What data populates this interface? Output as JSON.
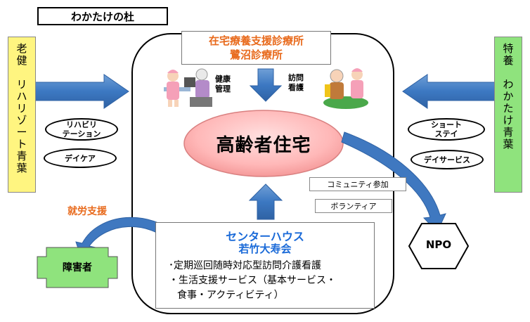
{
  "header": {
    "title": "わかたけの杜"
  },
  "left_facility": {
    "lines": [
      "老",
      "健",
      "",
      "リ",
      "ハ",
      "リ",
      "ゾ",
      "ー",
      "ト",
      "青",
      "葉"
    ],
    "color": "#fff580"
  },
  "right_facility": {
    "lines": [
      "特",
      "養",
      "",
      "わ",
      "か",
      "た",
      "け",
      "青",
      "葉"
    ],
    "color": "#8fe37d"
  },
  "clinic": {
    "line1": "在宅療養支援診療所",
    "line2": "鷺沼診療所",
    "color": "#e86a1c"
  },
  "health": {
    "line1": "健康",
    "line2": "管理"
  },
  "visit": {
    "line1": "訪問",
    "line2": "看護"
  },
  "core": {
    "label": "高齢者住宅"
  },
  "left_services": {
    "rehab_line1": "リハビリ",
    "rehab_line2": "テーション",
    "daycare": "デイケア"
  },
  "right_services": {
    "short_line1": "ショート",
    "short_line2": "ステイ",
    "dayservice": "デイサービス"
  },
  "community": {
    "label": "コミュニティ参加"
  },
  "volunteer": {
    "label": "ボランティア"
  },
  "npo": {
    "label": "NPO"
  },
  "employment": {
    "label": "就労支援",
    "color": "#e86a1c"
  },
  "disabled": {
    "label": "障害者",
    "color": "#8fe37d"
  },
  "center_house": {
    "title1": "センターハウス",
    "title2": "若竹大寿会",
    "item1": "･定期巡回随時対応型訪問介護看護",
    "item2": "・生活支援サービス（基本サービス・",
    "item3": "食事・アクティビティ）"
  },
  "icons": [
    "nurse-patient-icon",
    "elderly-nurse-icon"
  ]
}
